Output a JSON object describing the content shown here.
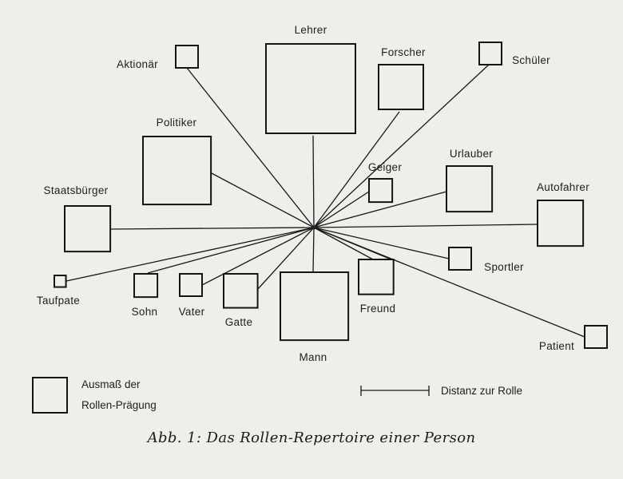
{
  "diagram": {
    "center_label": "",
    "roles": [
      {
        "id": "lehrer",
        "label": "Lehrer",
        "praegung": 1.0,
        "distanz": 0.52
      },
      {
        "id": "mann",
        "label": "Mann",
        "praegung": 0.76,
        "distanz": 0.3
      },
      {
        "id": "politiker",
        "label": "Politiker",
        "praegung": 0.76,
        "distanz": 0.58
      },
      {
        "id": "staatsbuerger",
        "label": "Staatsbürger",
        "praegung": 0.51,
        "distanz": 0.85
      },
      {
        "id": "autofahrer",
        "label": "Autofahrer",
        "praegung": 0.51,
        "distanz": 0.97
      },
      {
        "id": "urlauber",
        "label": "Urlauber",
        "praegung": 0.51,
        "distanz": 0.58
      },
      {
        "id": "forscher",
        "label": "Forscher",
        "praegung": 0.5,
        "distanz": 0.63
      },
      {
        "id": "freund",
        "label": "Freund",
        "praegung": 0.39,
        "distanz": 0.3
      },
      {
        "id": "gatte",
        "label": "Gatte",
        "praegung": 0.38,
        "distanz": 0.38
      },
      {
        "id": "geiger",
        "label": "Geiger",
        "praegung": 0.26,
        "distanz": 0.28
      },
      {
        "id": "aktionaer",
        "label": "Aktionär",
        "praegung": 0.25,
        "distanz": 0.85
      },
      {
        "id": "schueler",
        "label": "Schüler",
        "praegung": 0.25,
        "distanz": 1.0
      },
      {
        "id": "sohn",
        "label": "Sohn",
        "praegung": 0.26,
        "distanz": 0.77
      },
      {
        "id": "vater",
        "label": "Vater",
        "praegung": 0.25,
        "distanz": 0.55
      },
      {
        "id": "sportler",
        "label": "Sportler",
        "praegung": 0.25,
        "distanz": 0.59
      },
      {
        "id": "patient",
        "label": "Patient",
        "praegung": 0.25,
        "distanz": 1.22
      },
      {
        "id": "taufpate",
        "label": "Taufpate",
        "praegung": 0.13,
        "distanz": 1.08
      }
    ]
  },
  "legend": {
    "box_line1": "Ausmaß der",
    "box_line2": "Rollen-Prägung",
    "bar_label": "Distanz zur Rolle"
  },
  "caption": "Abb. 1:  Das Rollen-Repertoire einer Person"
}
